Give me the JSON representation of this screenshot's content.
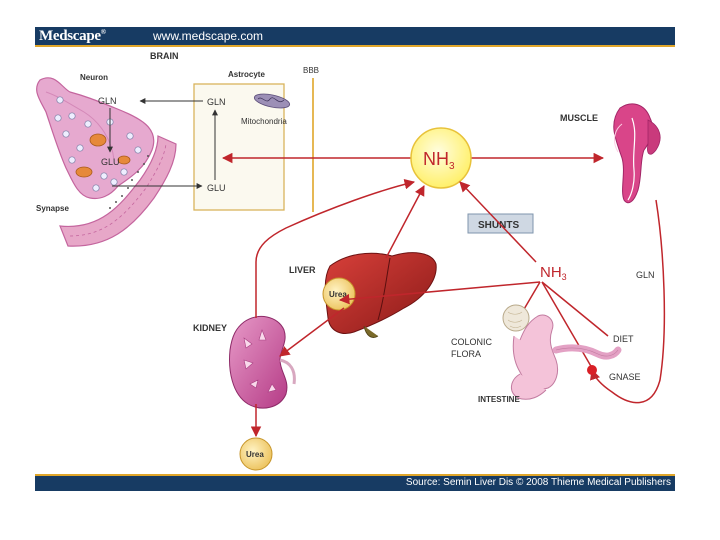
{
  "header": {
    "logo": "Medscape",
    "logo_mark": "®",
    "url": "www.medscape.com"
  },
  "footer": {
    "source": "Source: Semin Liver Dis © 2008 Thieme Medical Publishers"
  },
  "labels": {
    "brain": "BRAIN",
    "neuron": "Neuron",
    "astrocyte": "Astrocyte",
    "bbb": "BBB",
    "gln_neuron": "GLN",
    "glu_neuron": "GLU",
    "gln_astro": "GLN",
    "glu_astro": "GLU",
    "mitochondria": "Mitochondria",
    "synapse": "Synapse",
    "muscle": "MUSCLE",
    "nh3_center": "NH",
    "nh3_center_sub": "3",
    "shunts": "SHUNTS",
    "nh3_gut": "NH",
    "nh3_gut_sub": "3",
    "gln_right": "GLN",
    "liver": "LIVER",
    "urea_liver": "Urea",
    "kidney": "KIDNEY",
    "urea_kidney": "Urea",
    "colonic_1": "COLONIC",
    "colonic_2": "FLORA",
    "diet": "DIET",
    "gnase": "GNASE",
    "intestine": "INTESTINE"
  },
  "colors": {
    "arrow": "#c0262c",
    "header": "#173b63",
    "accent": "#e0a62a",
    "nh3_fill": "#fff7a8",
    "urea_fill": "#f6d98a"
  },
  "icons": [
    "neuron-illustration",
    "astrocyte-box",
    "mitochondria-icon",
    "muscle-illustration",
    "liver-illustration",
    "kidney-illustration",
    "intestine-illustration"
  ]
}
